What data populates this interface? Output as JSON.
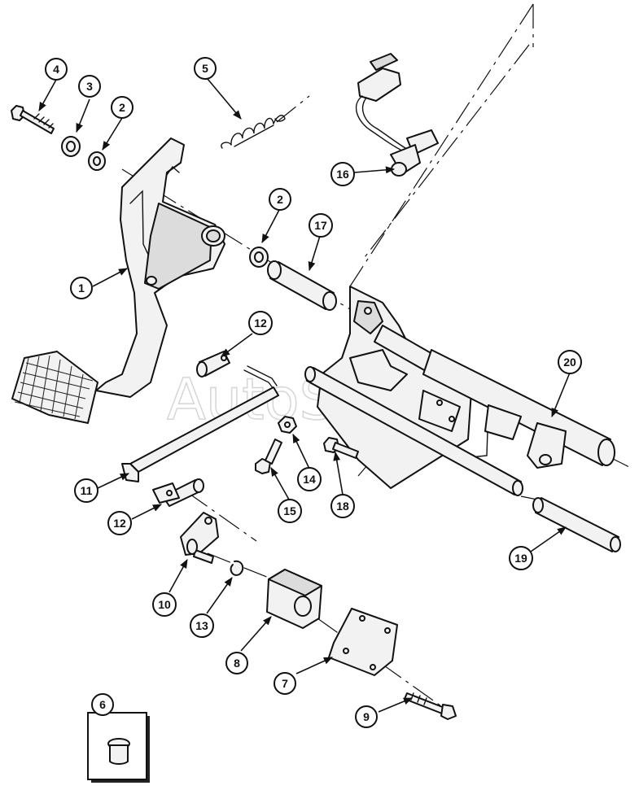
{
  "watermark": "AutoSoft",
  "callouts": [
    {
      "id": "c1",
      "label": "1"
    },
    {
      "id": "c2a",
      "label": "2"
    },
    {
      "id": "c2b",
      "label": "2"
    },
    {
      "id": "c3",
      "label": "3"
    },
    {
      "id": "c4",
      "label": "4"
    },
    {
      "id": "c5",
      "label": "5"
    },
    {
      "id": "c6",
      "label": "6"
    },
    {
      "id": "c7",
      "label": "7"
    },
    {
      "id": "c8",
      "label": "8"
    },
    {
      "id": "c9",
      "label": "9"
    },
    {
      "id": "c10",
      "label": "10"
    },
    {
      "id": "c11",
      "label": "11"
    },
    {
      "id": "c12a",
      "label": "12"
    },
    {
      "id": "c12b",
      "label": "12"
    },
    {
      "id": "c13",
      "label": "13"
    },
    {
      "id": "c14",
      "label": "14"
    },
    {
      "id": "c15",
      "label": "15"
    },
    {
      "id": "c16",
      "label": "16"
    },
    {
      "id": "c17",
      "label": "17"
    },
    {
      "id": "c18",
      "label": "18"
    },
    {
      "id": "c19",
      "label": "19"
    },
    {
      "id": "c20",
      "label": "20"
    }
  ]
}
